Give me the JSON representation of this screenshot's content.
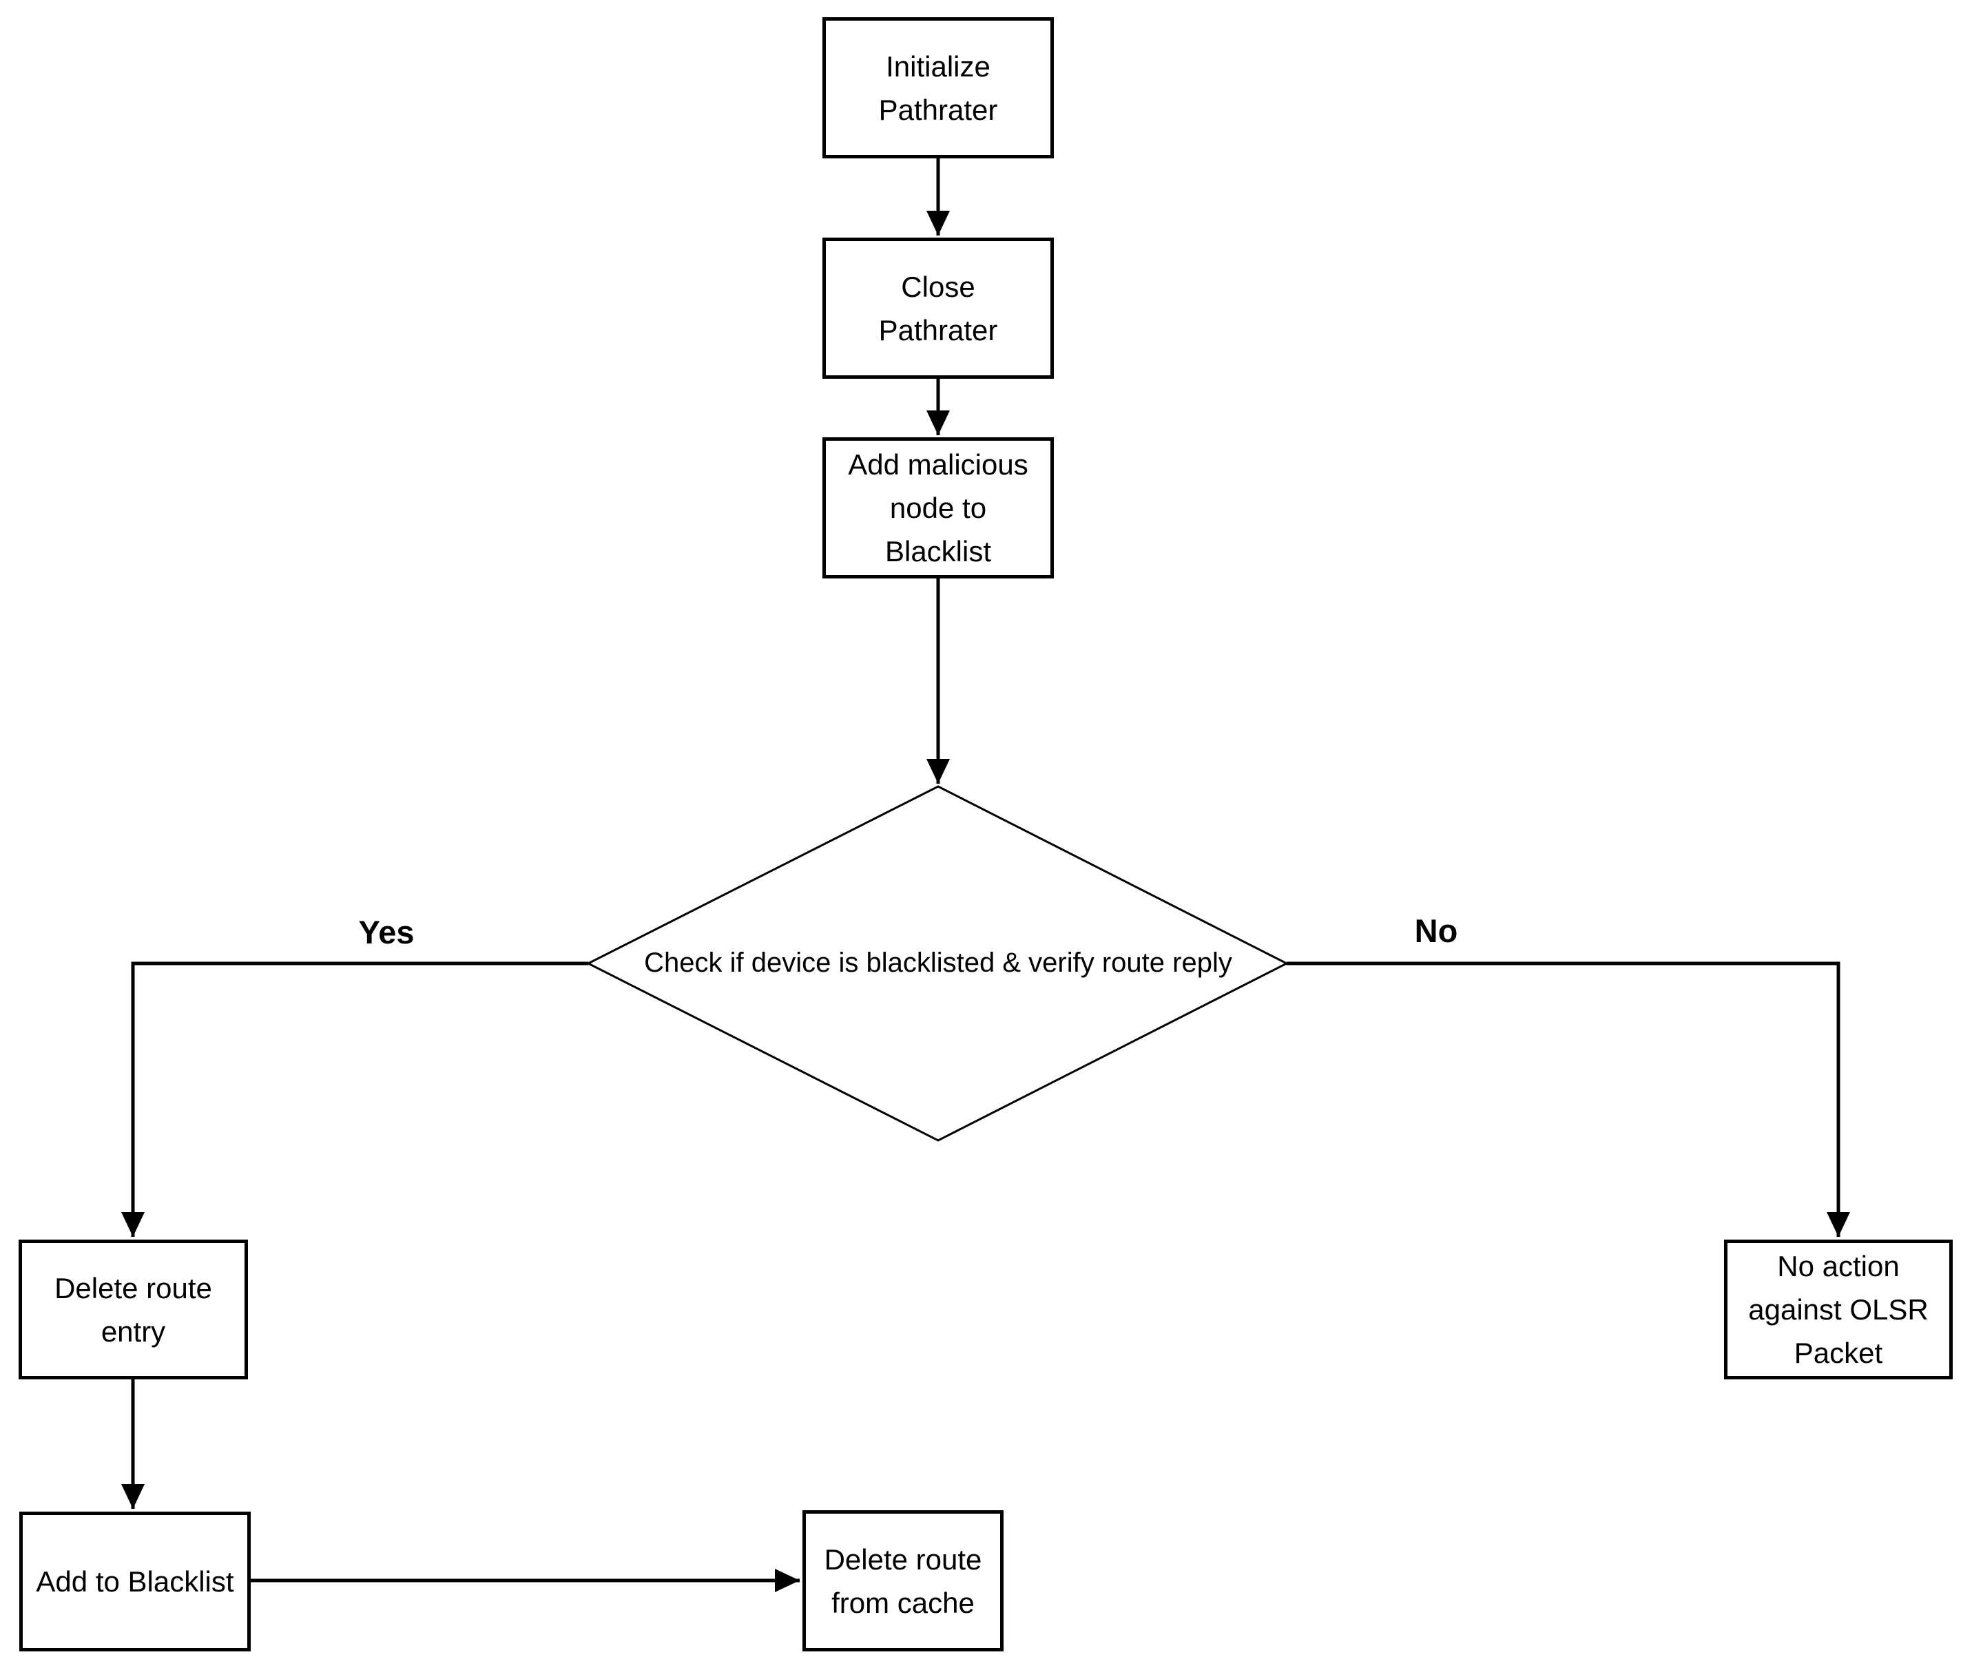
{
  "flowchart": {
    "nodes": {
      "initialize": {
        "label": "Initialize Pathrater"
      },
      "close": {
        "label": "Close Pathrater"
      },
      "add_malicious": {
        "label": "Add malicious node to Blacklist"
      },
      "decision": {
        "label": "Check if device is blacklisted & verify route reply"
      },
      "delete_route_entry": {
        "label": "Delete route entry"
      },
      "add_to_blacklist": {
        "label": "Add to Blacklist"
      },
      "delete_route_from_cache": {
        "label": "Delete route from cache"
      },
      "no_action": {
        "label": "No action against OLSR Packet"
      }
    },
    "edge_labels": {
      "yes": "Yes",
      "no": "No"
    },
    "colors": {
      "stroke": "#000000",
      "fill": "#ffffff",
      "text": "#000000"
    }
  }
}
